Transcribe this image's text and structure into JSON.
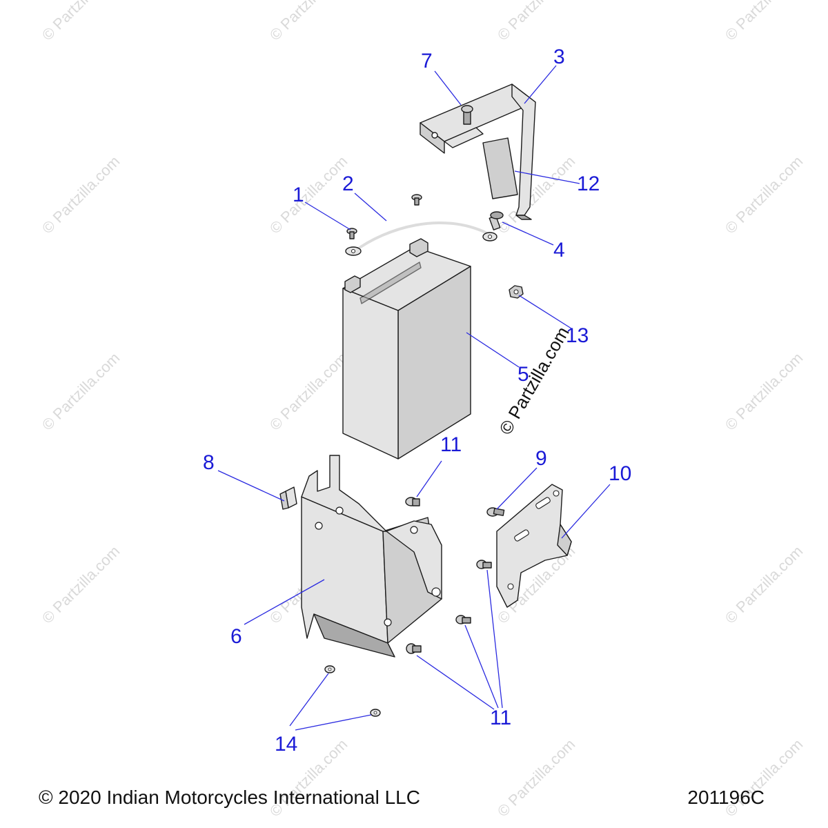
{
  "watermark": "© Partzilla.com",
  "callouts": [
    {
      "id": "c1",
      "label": "1"
    },
    {
      "id": "c2",
      "label": "2"
    },
    {
      "id": "c3",
      "label": "3"
    },
    {
      "id": "c4",
      "label": "4"
    },
    {
      "id": "c5",
      "label": "5"
    },
    {
      "id": "c6",
      "label": "6"
    },
    {
      "id": "c7",
      "label": "7"
    },
    {
      "id": "c8",
      "label": "8"
    },
    {
      "id": "c9",
      "label": "9"
    },
    {
      "id": "c10",
      "label": "10"
    },
    {
      "id": "c11a",
      "label": "11"
    },
    {
      "id": "c11b",
      "label": "11"
    },
    {
      "id": "c12",
      "label": "12"
    },
    {
      "id": "c13",
      "label": "13"
    },
    {
      "id": "c14",
      "label": "14"
    }
  ],
  "footer": {
    "copyright": "© 2020 Indian Motorcycles International LLC",
    "drawing_number": "201196C"
  }
}
